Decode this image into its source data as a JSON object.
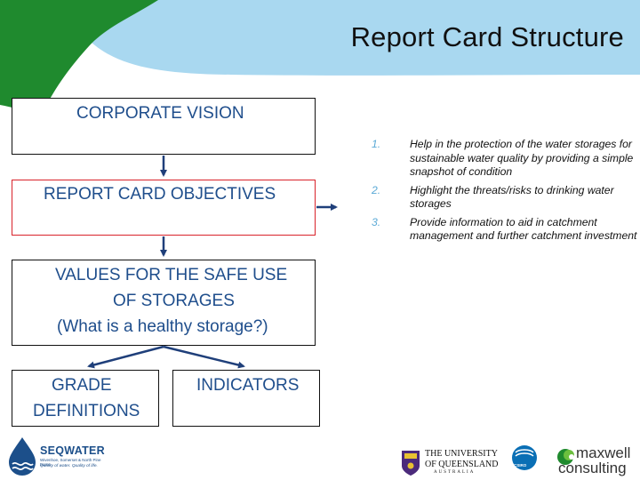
{
  "slide": {
    "title": "Report Card Structure"
  },
  "diagram": {
    "corporate_vision": "CORPORATE VISION",
    "report_card_objectives": "REPORT CARD OBJECTIVES",
    "values_line1": "VALUES FOR THE SAFE USE",
    "values_line2": "OF STORAGES",
    "values_line3": "(What is a healthy storage?)",
    "grade_line1": "GRADE",
    "grade_line2": "DEFINITIONS",
    "indicators": "INDICATORS"
  },
  "objectives_list": [
    {
      "num": "1.",
      "text": "Help in the protection of the water storages for sustainable water quality by providing a simple snapshot of condition"
    },
    {
      "num": "2.",
      "text": "Highlight the threats/risks to drinking water storages"
    },
    {
      "num": "3.",
      "text": "Provide information to aid in catchment management and further catchment investment"
    }
  ],
  "logos": {
    "seqwater_name": "SEQWATER",
    "seqwater_sub": "Wivenhoe, Somerset & North Pine Dams",
    "seqwater_tag": "Quality of water. Quality of life.",
    "uq_line1": "THE UNIVERSITY",
    "uq_line2": "OF QUEENSLAND",
    "uq_line3": "AUSTRALIA",
    "csiro": "CSIRO",
    "maxwell_line1": "maxwell",
    "maxwell_line2": "consulting"
  },
  "colors": {
    "header_blue": "#a9d8f0",
    "header_green": "#1f8a2e",
    "box_text": "#1f4e8c",
    "arrow": "#1f3f7a",
    "highlight_border": "#d9232b",
    "list_number": "#5aa9d6"
  }
}
